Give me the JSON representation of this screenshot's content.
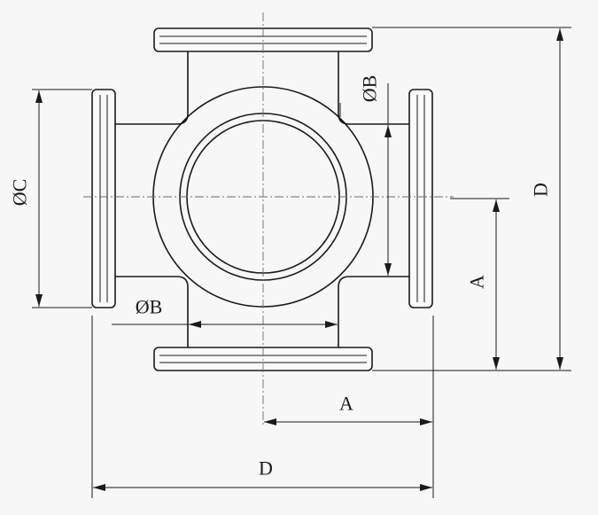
{
  "labels": {
    "dia_b_right": "ØB",
    "dia_c": "ØC",
    "dim_d_right": "D",
    "dim_a_right": "A",
    "dia_b_bottom": "ØB",
    "dim_a_bottom": "A",
    "dim_d_bottom": "D"
  },
  "colors": {
    "line": "#1a1a1a",
    "centerline": "#6b6b6b",
    "background": "#f7f7f7"
  }
}
